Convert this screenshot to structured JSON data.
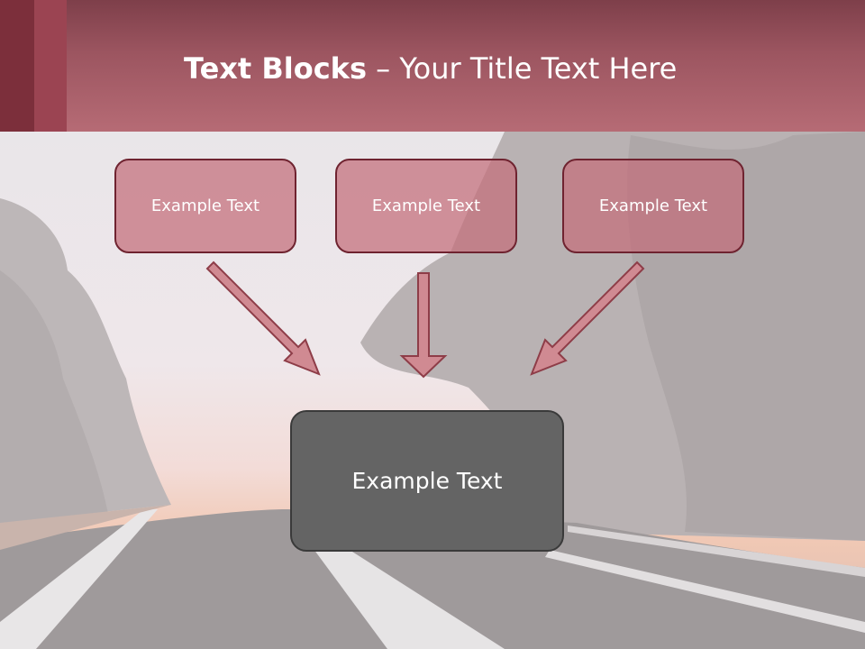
{
  "slide": {
    "title_bold": "Text Blocks",
    "title_rest": " – Your Title Text Here",
    "boxes": [
      {
        "label": "Example Text"
      },
      {
        "label": "Example Text"
      },
      {
        "label": "Example Text"
      }
    ],
    "main_box": {
      "label": "Example Text"
    }
  },
  "colors": {
    "header": "#b66b75",
    "box_fill": "#c46e7a",
    "box_border": "#6f2330",
    "arrow_fill": "#d08a92",
    "main_box": "#646464"
  }
}
